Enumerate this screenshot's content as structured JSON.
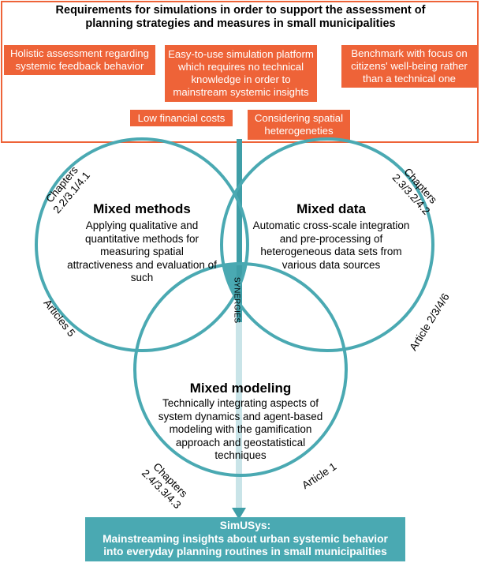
{
  "requirements": {
    "title": "Requirements for simulations in order to support the assessment of planning strategies and measures in small municipalities",
    "items": [
      "Holistic assessment regarding systemic feedback behavior",
      "Easy-to-use simulation platform which requires no technical knowledge in order to mainstream systemic insights",
      "Benchmark with focus on citizens' well-being rather than a technical one",
      "Low financial costs",
      "Considering spatial heterogeneties"
    ]
  },
  "circles": {
    "methods": {
      "title": "Mixed methods",
      "text": "Applying qualitative and quantitative methods for measuring spatial attractiveness and evaluation of such",
      "chapters": "Chapters\n2.2/3.1/4.1",
      "articles": "Articles 5"
    },
    "data": {
      "title": "Mixed data",
      "text": "Automatic cross-scale integration and pre-processing of heterogeneous data sets from various data sources",
      "chapters": "Chapters\n2.3/3.2/4.2",
      "articles": "Article 2/3/4/6"
    },
    "modeling": {
      "title": "Mixed modeling",
      "text": "Technically integrating aspects of system dynamics and agent-based modeling with the gamification approach and geostatistical techniques",
      "chapters": "Chapters\n2.4/3.3/4.3",
      "articles": "Article 1"
    }
  },
  "synergies": "SYNERGIES",
  "output": {
    "title": "SimUSys:",
    "line1": "Mainstreaming insights about urban systemic behavior",
    "line2": "into everyday planning routines in small municipalities"
  },
  "colors": {
    "orange": "#ee6338",
    "teal": "#4aa9b2",
    "teal_dark": "#2a8f98"
  }
}
